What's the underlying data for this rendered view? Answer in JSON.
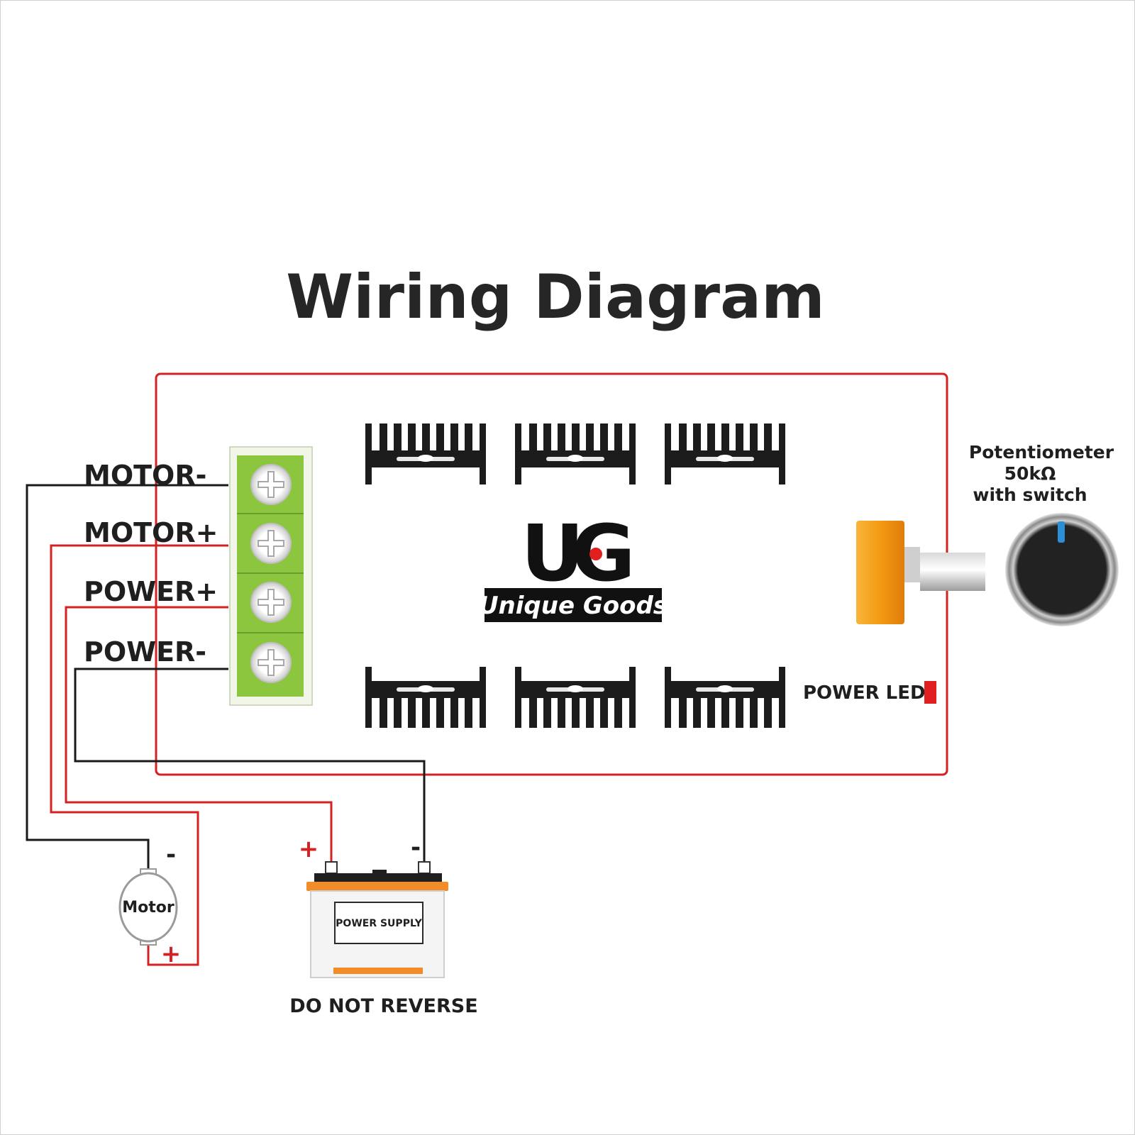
{
  "title": "Wiring Diagram",
  "terminals": {
    "motor_minus": "MOTOR-",
    "motor_plus": "MOTOR+",
    "power_plus": "POWER+",
    "power_minus": "POWER-"
  },
  "potentiometer": {
    "line1": "Potentiometer",
    "line2": "50kΩ",
    "line3": "with switch"
  },
  "logo": {
    "brand": "Unique Goods",
    "letters": "UG"
  },
  "power_led": "POWER  LED",
  "motor": {
    "label": "Motor",
    "minus": "-",
    "plus": "+"
  },
  "battery": {
    "label": "POWER SUPPLY",
    "plus": "+",
    "minus": "-",
    "warning": "DO NOT REVERSE"
  },
  "colors": {
    "wire_red": "#d42121",
    "wire_black": "#1a1a1a",
    "terminal_green": "#8cc63f",
    "knob_orange": "#f5a31a",
    "knob_indicator": "#2a8fd6",
    "led_red": "#e02020",
    "battery_orange": "#f28c28"
  }
}
